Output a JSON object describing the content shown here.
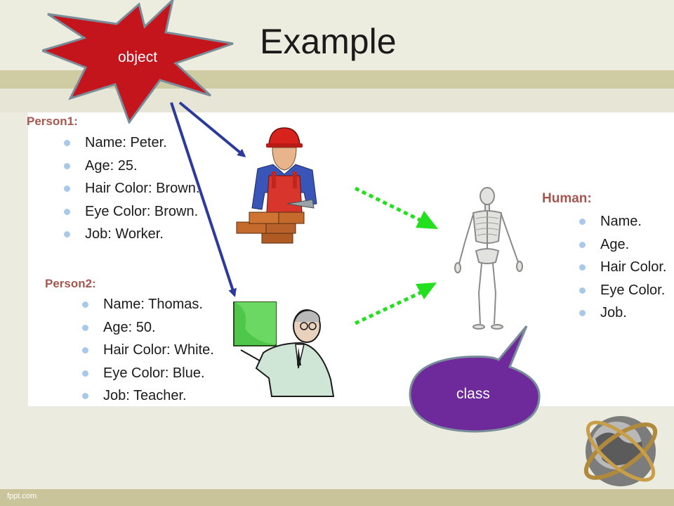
{
  "slide": {
    "title": "Example"
  },
  "callouts": {
    "object": "object",
    "class": "class"
  },
  "person1": {
    "label": "Person1:",
    "items": [
      "Name: Peter.",
      "Age: 25.",
      "Hair Color: Brown.",
      "Eye Color: Brown.",
      "Job: Worker."
    ]
  },
  "person2": {
    "label": "Person2:",
    "items": [
      "Name: Thomas.",
      "Age: 50.",
      "Hair Color: White.",
      "Eye Color: Blue.",
      "Job: Teacher."
    ]
  },
  "human": {
    "label": "Human:",
    "items": [
      "Name.",
      "Age.",
      "Hair Color.",
      "Eye Color.",
      "Job."
    ]
  },
  "footer": {
    "text": "fppt.com"
  },
  "colors": {
    "star_fill": "#c4141c",
    "bubble_fill": "#6e2a9a",
    "arrow_blue": "#2b3a9c",
    "arrow_green": "#22e01e",
    "label_color": "#a4574f",
    "bullet_color": "#a9c9ea"
  },
  "icons": [
    "worker-illustration",
    "teacher-illustration",
    "skeleton-illustration",
    "globe-icon"
  ]
}
